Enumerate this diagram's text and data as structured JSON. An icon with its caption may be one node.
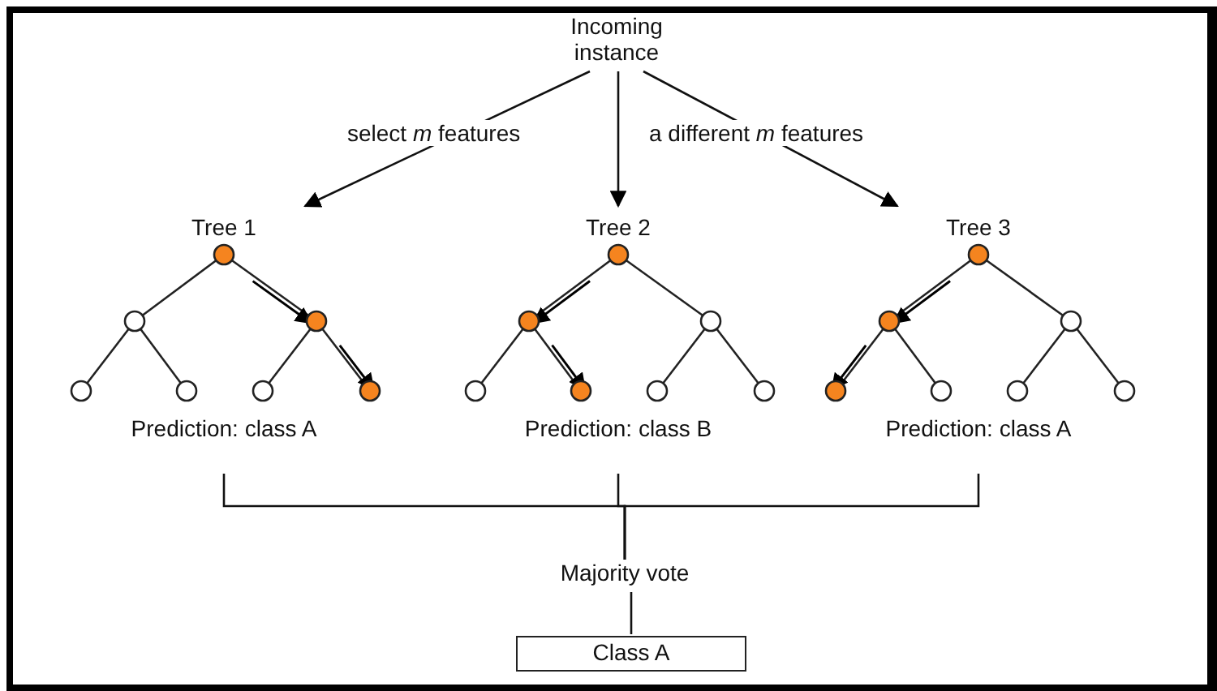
{
  "diagram": {
    "nodes": [
      {
        "text": [
          "Incoming instance"
        ]
      },
      {
        "text": [
          "Tree 1",
          "Prediction: class A"
        ]
      },
      {
        "text": [
          "Tree 2",
          "Prediction: class B"
        ]
      },
      {
        "text": [
          "Tree 3",
          "Prediction: class A"
        ]
      },
      {
        "text": [
          "Majority vote"
        ]
      },
      {
        "text": [
          "Class A"
        ]
      }
    ],
    "edges": [
      {
        "from": 0,
        "to": 1,
        "arrow": "to",
        "label": "select *m* features"
      },
      {
        "from": 0,
        "to": 2,
        "arrow": "to"
      },
      {
        "from": 0,
        "to": 3,
        "arrow": "to",
        "label": "a different *m* features"
      },
      {
        "from": 1,
        "to": 4,
        "arrow": "none"
      },
      {
        "from": 2,
        "to": 4,
        "arrow": "none"
      },
      {
        "from": 3,
        "to": 4,
        "arrow": "none"
      },
      {
        "from": 4,
        "to": 5,
        "arrow": "none"
      }
    ]
  }
}
